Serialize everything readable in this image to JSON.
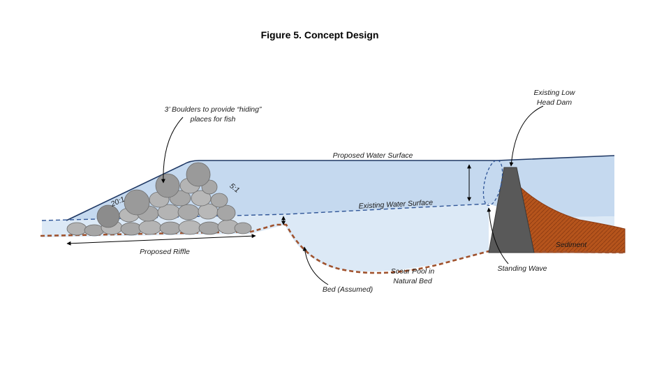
{
  "figure": {
    "title": "Figure 5.  Concept Design"
  },
  "labels": {
    "boulders_line1": "3’ Boulders to provide “hiding”",
    "boulders_line2": "places for fish",
    "proposed_water_surface": "Proposed Water Surface",
    "existing_water_surface": "Existing Water Surface",
    "dam_line1": "Existing Low",
    "dam_line2": "Head Dam",
    "sediment": "Sediment",
    "standing_wave": "Standing Wave",
    "scour_line1": "Scour Pool in",
    "scour_line2": "Natural Bed",
    "bed_assumed": "Bed (Assumed)",
    "proposed_riffle": "Proposed Riffle",
    "slope_upstream": "20:1",
    "slope_downstream": "5:1"
  },
  "colors": {
    "proposed_water": "#c5d9ef",
    "existing_water": "#dce9f6",
    "surface_line": "#1f3864",
    "dashed_surface": "#2f5597",
    "bed": "#a0522d",
    "sediment": "#b5541c",
    "dam": "#595959",
    "boulder": "#a6a6a6"
  }
}
